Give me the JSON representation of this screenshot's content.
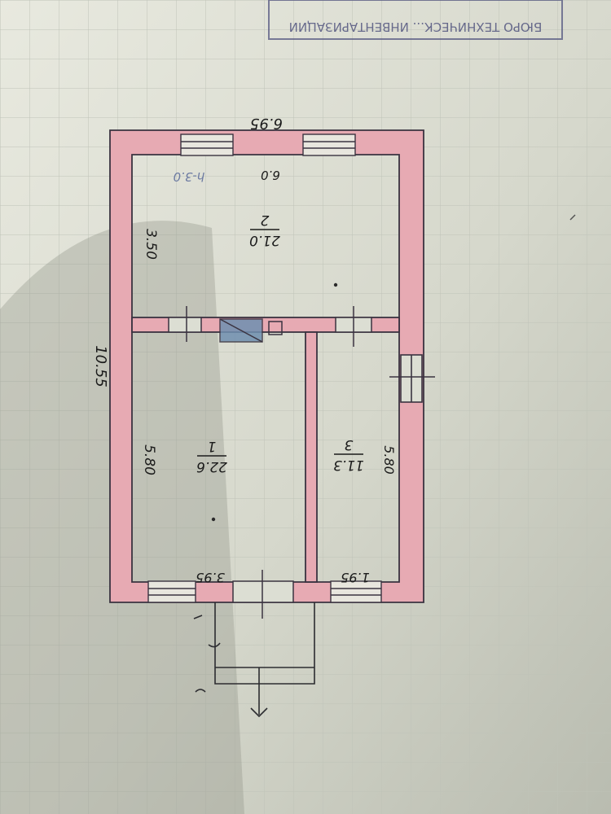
{
  "stamp": {
    "text": "БЮРО ТЕХНИЧЕСК... ИНВЕНТАРИЗАЦИИ"
  },
  "dimensions": {
    "overall_width": "6.95",
    "overall_length": "10.55",
    "room2_width": "6.0",
    "room2_depth": "3.50",
    "room1_depth": "5.80",
    "room1_width": "3.95",
    "room3_depth": "5.80",
    "room3_width": "1.95"
  },
  "rooms": [
    {
      "number": "2",
      "area": "21.0"
    },
    {
      "number": "1",
      "area": "22.6"
    },
    {
      "number": "3",
      "area": "11.3"
    }
  ],
  "annotations": {
    "pencil_note": "h-3.0"
  },
  "colors": {
    "wall_fill": "#e7aab3",
    "wall_line": "#3a3340",
    "paper": "#dcded3",
    "stove": "#6f8fb0"
  }
}
